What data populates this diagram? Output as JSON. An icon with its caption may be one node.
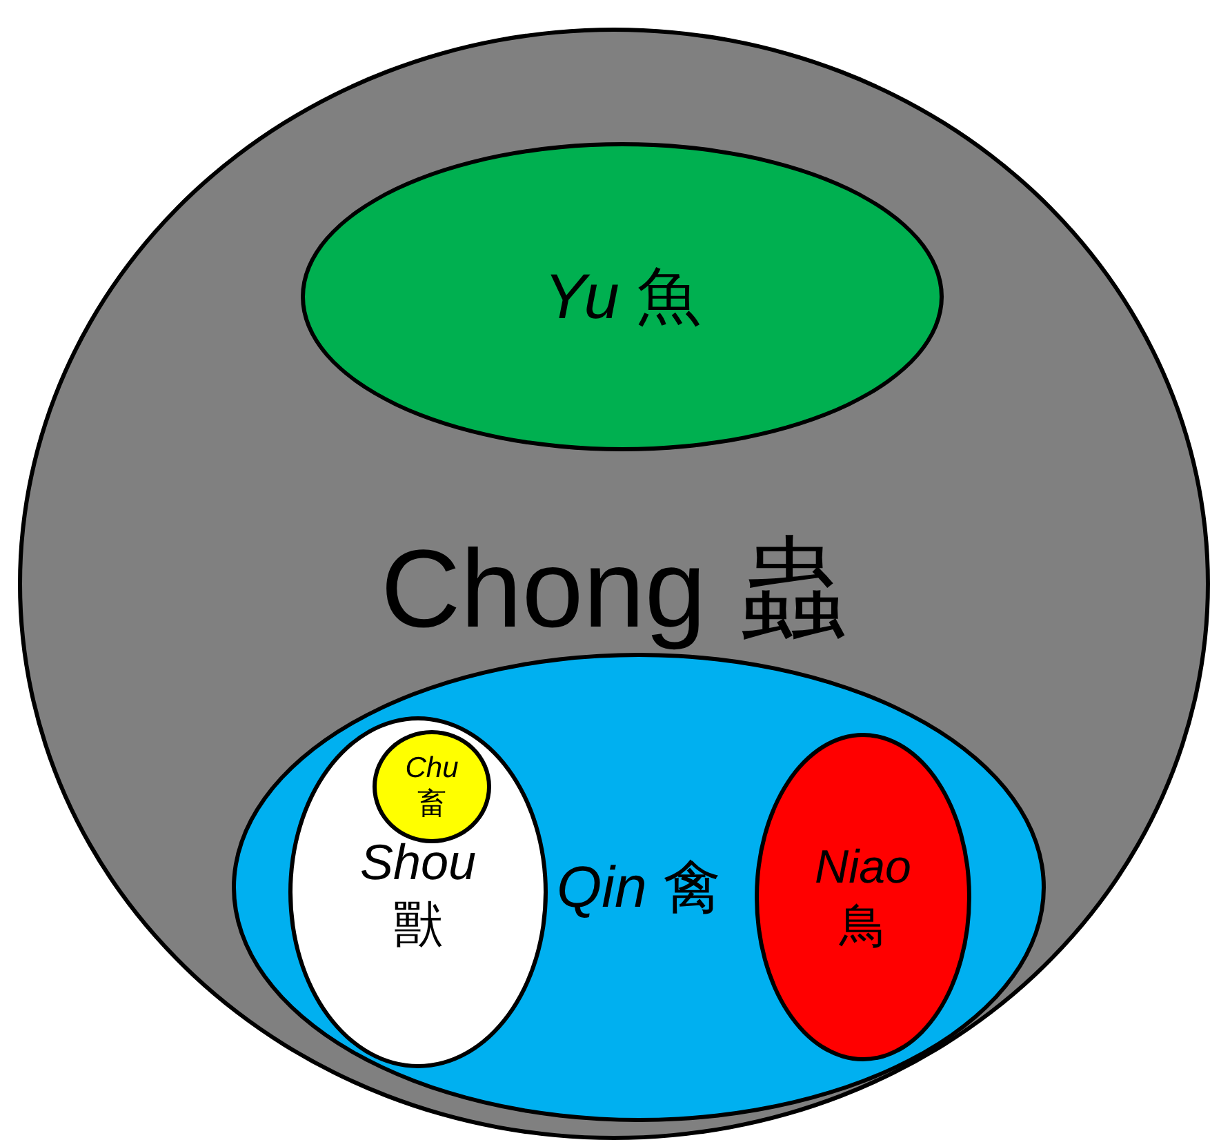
{
  "diagram": {
    "nodes": [
      {
        "text": [
          "Chong 蟲"
        ]
      },
      {
        "text": [
          "*Yu* 魚"
        ],
        "in": 0
      },
      {
        "text": [
          "*Qin* 禽"
        ],
        "in": 0
      },
      {
        "text": [
          "*Shou* 獸"
        ],
        "in": 2
      },
      {
        "text": [
          "*Chu* 畜"
        ],
        "in": 3
      },
      {
        "text": [
          "*Niao* 鳥"
        ],
        "in": 2
      }
    ]
  }
}
